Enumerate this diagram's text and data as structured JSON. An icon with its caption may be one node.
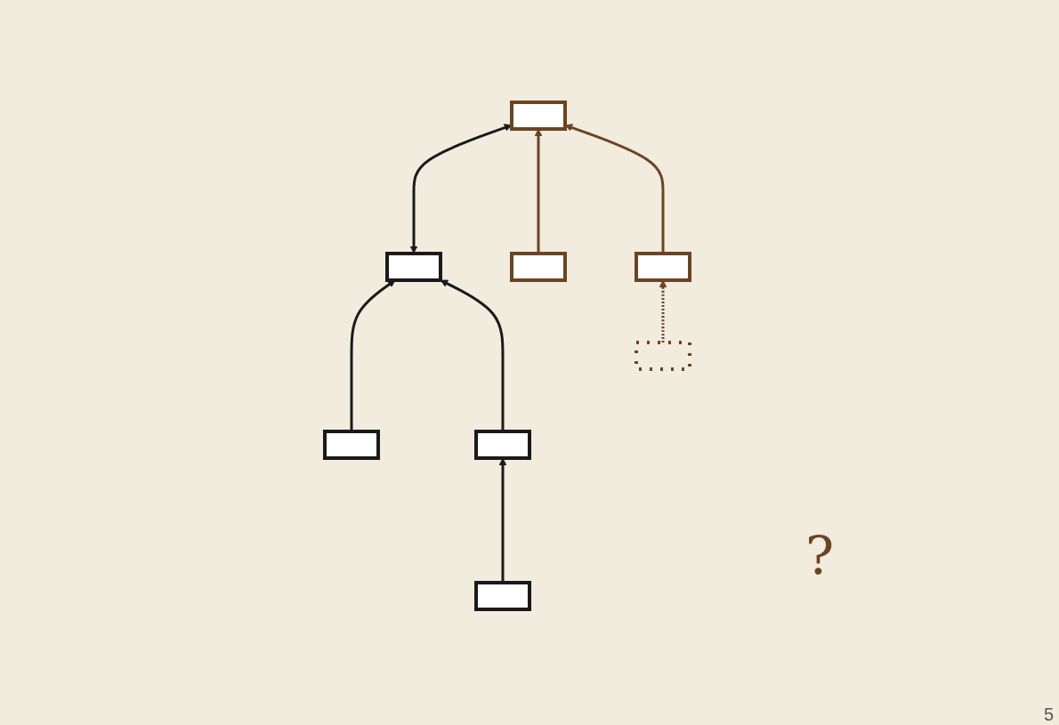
{
  "diagram": {
    "nodes": [
      {
        "text": [],
        "shape": "box"
      },
      {
        "text": [],
        "shape": "box"
      },
      {
        "text": [],
        "shape": "box"
      },
      {
        "text": [],
        "shape": "box"
      },
      {
        "text": [],
        "shape": "box"
      },
      {
        "text": [],
        "shape": "box"
      },
      {
        "text": [],
        "shape": "box"
      },
      {
        "text": [],
        "shape": "box"
      }
    ],
    "edges": [
      {
        "from": 0,
        "to": 4,
        "arrow": "both",
        "color": "#1a1a1a"
      },
      {
        "from": 1,
        "to": 0,
        "arrow": "to",
        "color": "#1a1a1a"
      },
      {
        "from": 2,
        "to": 0,
        "arrow": "to",
        "color": "#1a1a1a"
      },
      {
        "from": 3,
        "to": 2,
        "arrow": "to",
        "color": "#1a1a1a"
      },
      {
        "from": 5,
        "to": 4,
        "arrow": "to",
        "color": "#6b4423"
      },
      {
        "from": 6,
        "to": 4,
        "arrow": "to",
        "color": "#6b4423"
      },
      {
        "from": 7,
        "to": 6,
        "arrow": "to",
        "style": "dashed",
        "color": "#6b4423"
      }
    ],
    "labels": [
      "?",
      "5"
    ]
  }
}
